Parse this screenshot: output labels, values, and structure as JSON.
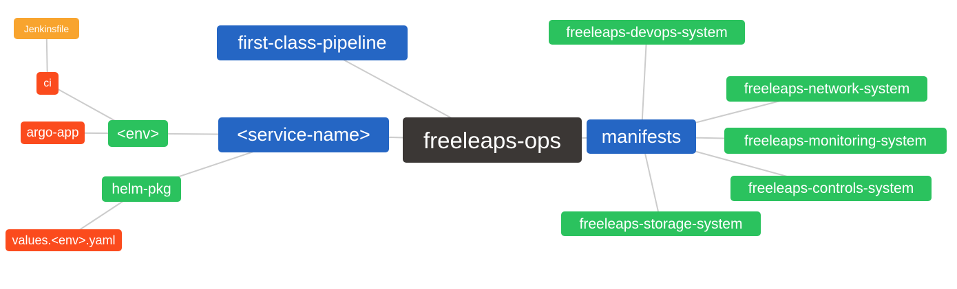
{
  "colors": {
    "blue": "#2566c4",
    "green": "#2bc25e",
    "orange": "#f8a42e",
    "red": "#fb4b1d",
    "dark": "#3b3735",
    "edge": "#cccccc",
    "text": "#ffffff"
  },
  "nodes": [
    {
      "id": "jenkinsfile",
      "label": "Jenkinsfile",
      "color": "orange"
    },
    {
      "id": "ci",
      "label": "ci",
      "color": "red"
    },
    {
      "id": "argo-app",
      "label": "argo-app",
      "color": "red"
    },
    {
      "id": "env",
      "label": "<env>",
      "color": "green"
    },
    {
      "id": "first-class-pipeline",
      "label": "first-class-pipeline",
      "color": "blue"
    },
    {
      "id": "service-name",
      "label": "<service-name>",
      "color": "blue"
    },
    {
      "id": "freeleaps-ops",
      "label": "freeleaps-ops",
      "color": "dark"
    },
    {
      "id": "manifests",
      "label": "manifests",
      "color": "blue"
    },
    {
      "id": "helm-pkg",
      "label": "helm-pkg",
      "color": "green"
    },
    {
      "id": "values-env-yaml",
      "label": "values.<env>.yaml",
      "color": "red"
    },
    {
      "id": "freeleaps-devops-system",
      "label": "freeleaps-devops-system",
      "color": "green"
    },
    {
      "id": "freeleaps-network-system",
      "label": "freeleaps-network-system",
      "color": "green"
    },
    {
      "id": "freeleaps-monitoring-system",
      "label": "freeleaps-monitoring-system",
      "color": "green"
    },
    {
      "id": "freeleaps-controls-system",
      "label": "freeleaps-controls-system",
      "color": "green"
    },
    {
      "id": "freeleaps-storage-system",
      "label": "freeleaps-storage-system",
      "color": "green"
    }
  ],
  "edges": [
    {
      "from": "jenkinsfile",
      "to": "ci"
    },
    {
      "from": "ci",
      "to": "env"
    },
    {
      "from": "argo-app",
      "to": "env"
    },
    {
      "from": "env",
      "to": "service-name"
    },
    {
      "from": "service-name",
      "to": "helm-pkg"
    },
    {
      "from": "helm-pkg",
      "to": "values-env-yaml"
    },
    {
      "from": "first-class-pipeline",
      "to": "freeleaps-ops"
    },
    {
      "from": "service-name",
      "to": "freeleaps-ops"
    },
    {
      "from": "freeleaps-ops",
      "to": "manifests"
    },
    {
      "from": "manifests",
      "to": "freeleaps-devops-system"
    },
    {
      "from": "manifests",
      "to": "freeleaps-network-system"
    },
    {
      "from": "manifests",
      "to": "freeleaps-monitoring-system"
    },
    {
      "from": "manifests",
      "to": "freeleaps-controls-system"
    },
    {
      "from": "manifests",
      "to": "freeleaps-storage-system"
    }
  ]
}
